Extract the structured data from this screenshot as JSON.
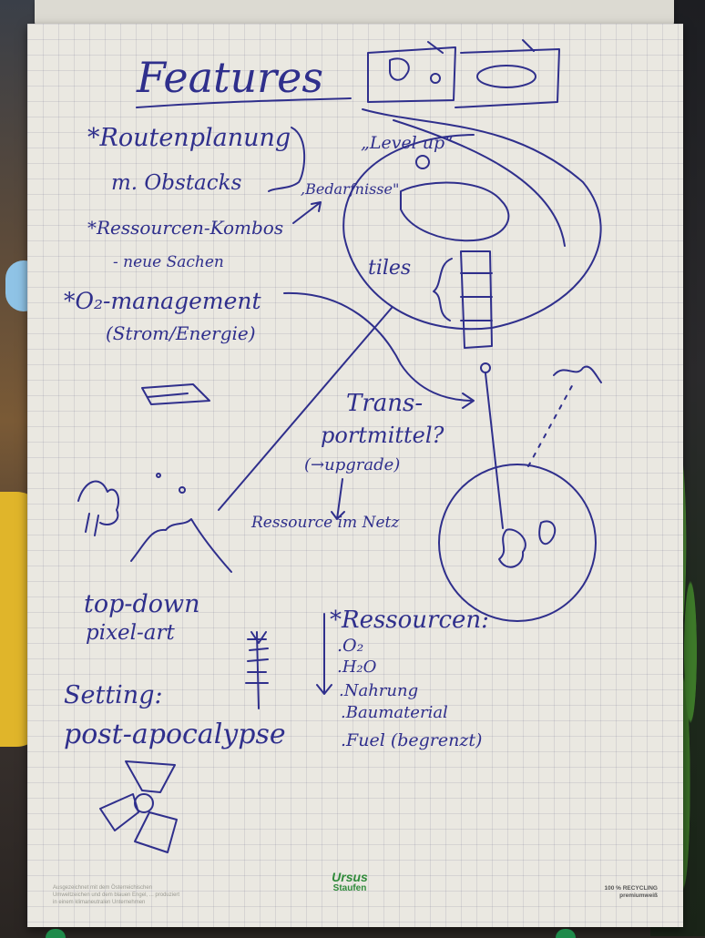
{
  "title": "Features",
  "features": [
    "*Routenplanung",
    "m. Obstacks",
    ",Bedarfnisse\"",
    "*Ressourcen-Kombos",
    "- neue Sachen",
    "*O₂-management",
    "(Strom/Energie)"
  ],
  "level_up": "„Level up“",
  "tiles": "tiles",
  "transport": [
    "Trans-",
    "portmittel?",
    "(→upgrade)"
  ],
  "net_resource": "Ressource im Netz",
  "style_note": [
    "top-down",
    "pixel-art"
  ],
  "setting": [
    "Setting:",
    "post-apocalypse"
  ],
  "resources_title": "*Ressourcen:",
  "resources_items": [
    ".O₂",
    ".H₂O",
    ".Nahrung",
    ".Baumaterial",
    ".Fuel (begrenzt)"
  ],
  "footer": {
    "small_print": "Ausgezeichnet mit dem Österreichischen Umweltzeichen und dem blauen Engel, ... produziert in einem klimaneutralen Unternehmen",
    "brand_name": "Ursus",
    "brand_sub": "Staufen",
    "recycling_1": "100 % RECYCLING",
    "recycling_2": "premiumweiß"
  },
  "colors": {
    "ink": "#2f2f8c",
    "paper": "#eae8e1",
    "brand_green": "#2f8a3a"
  }
}
